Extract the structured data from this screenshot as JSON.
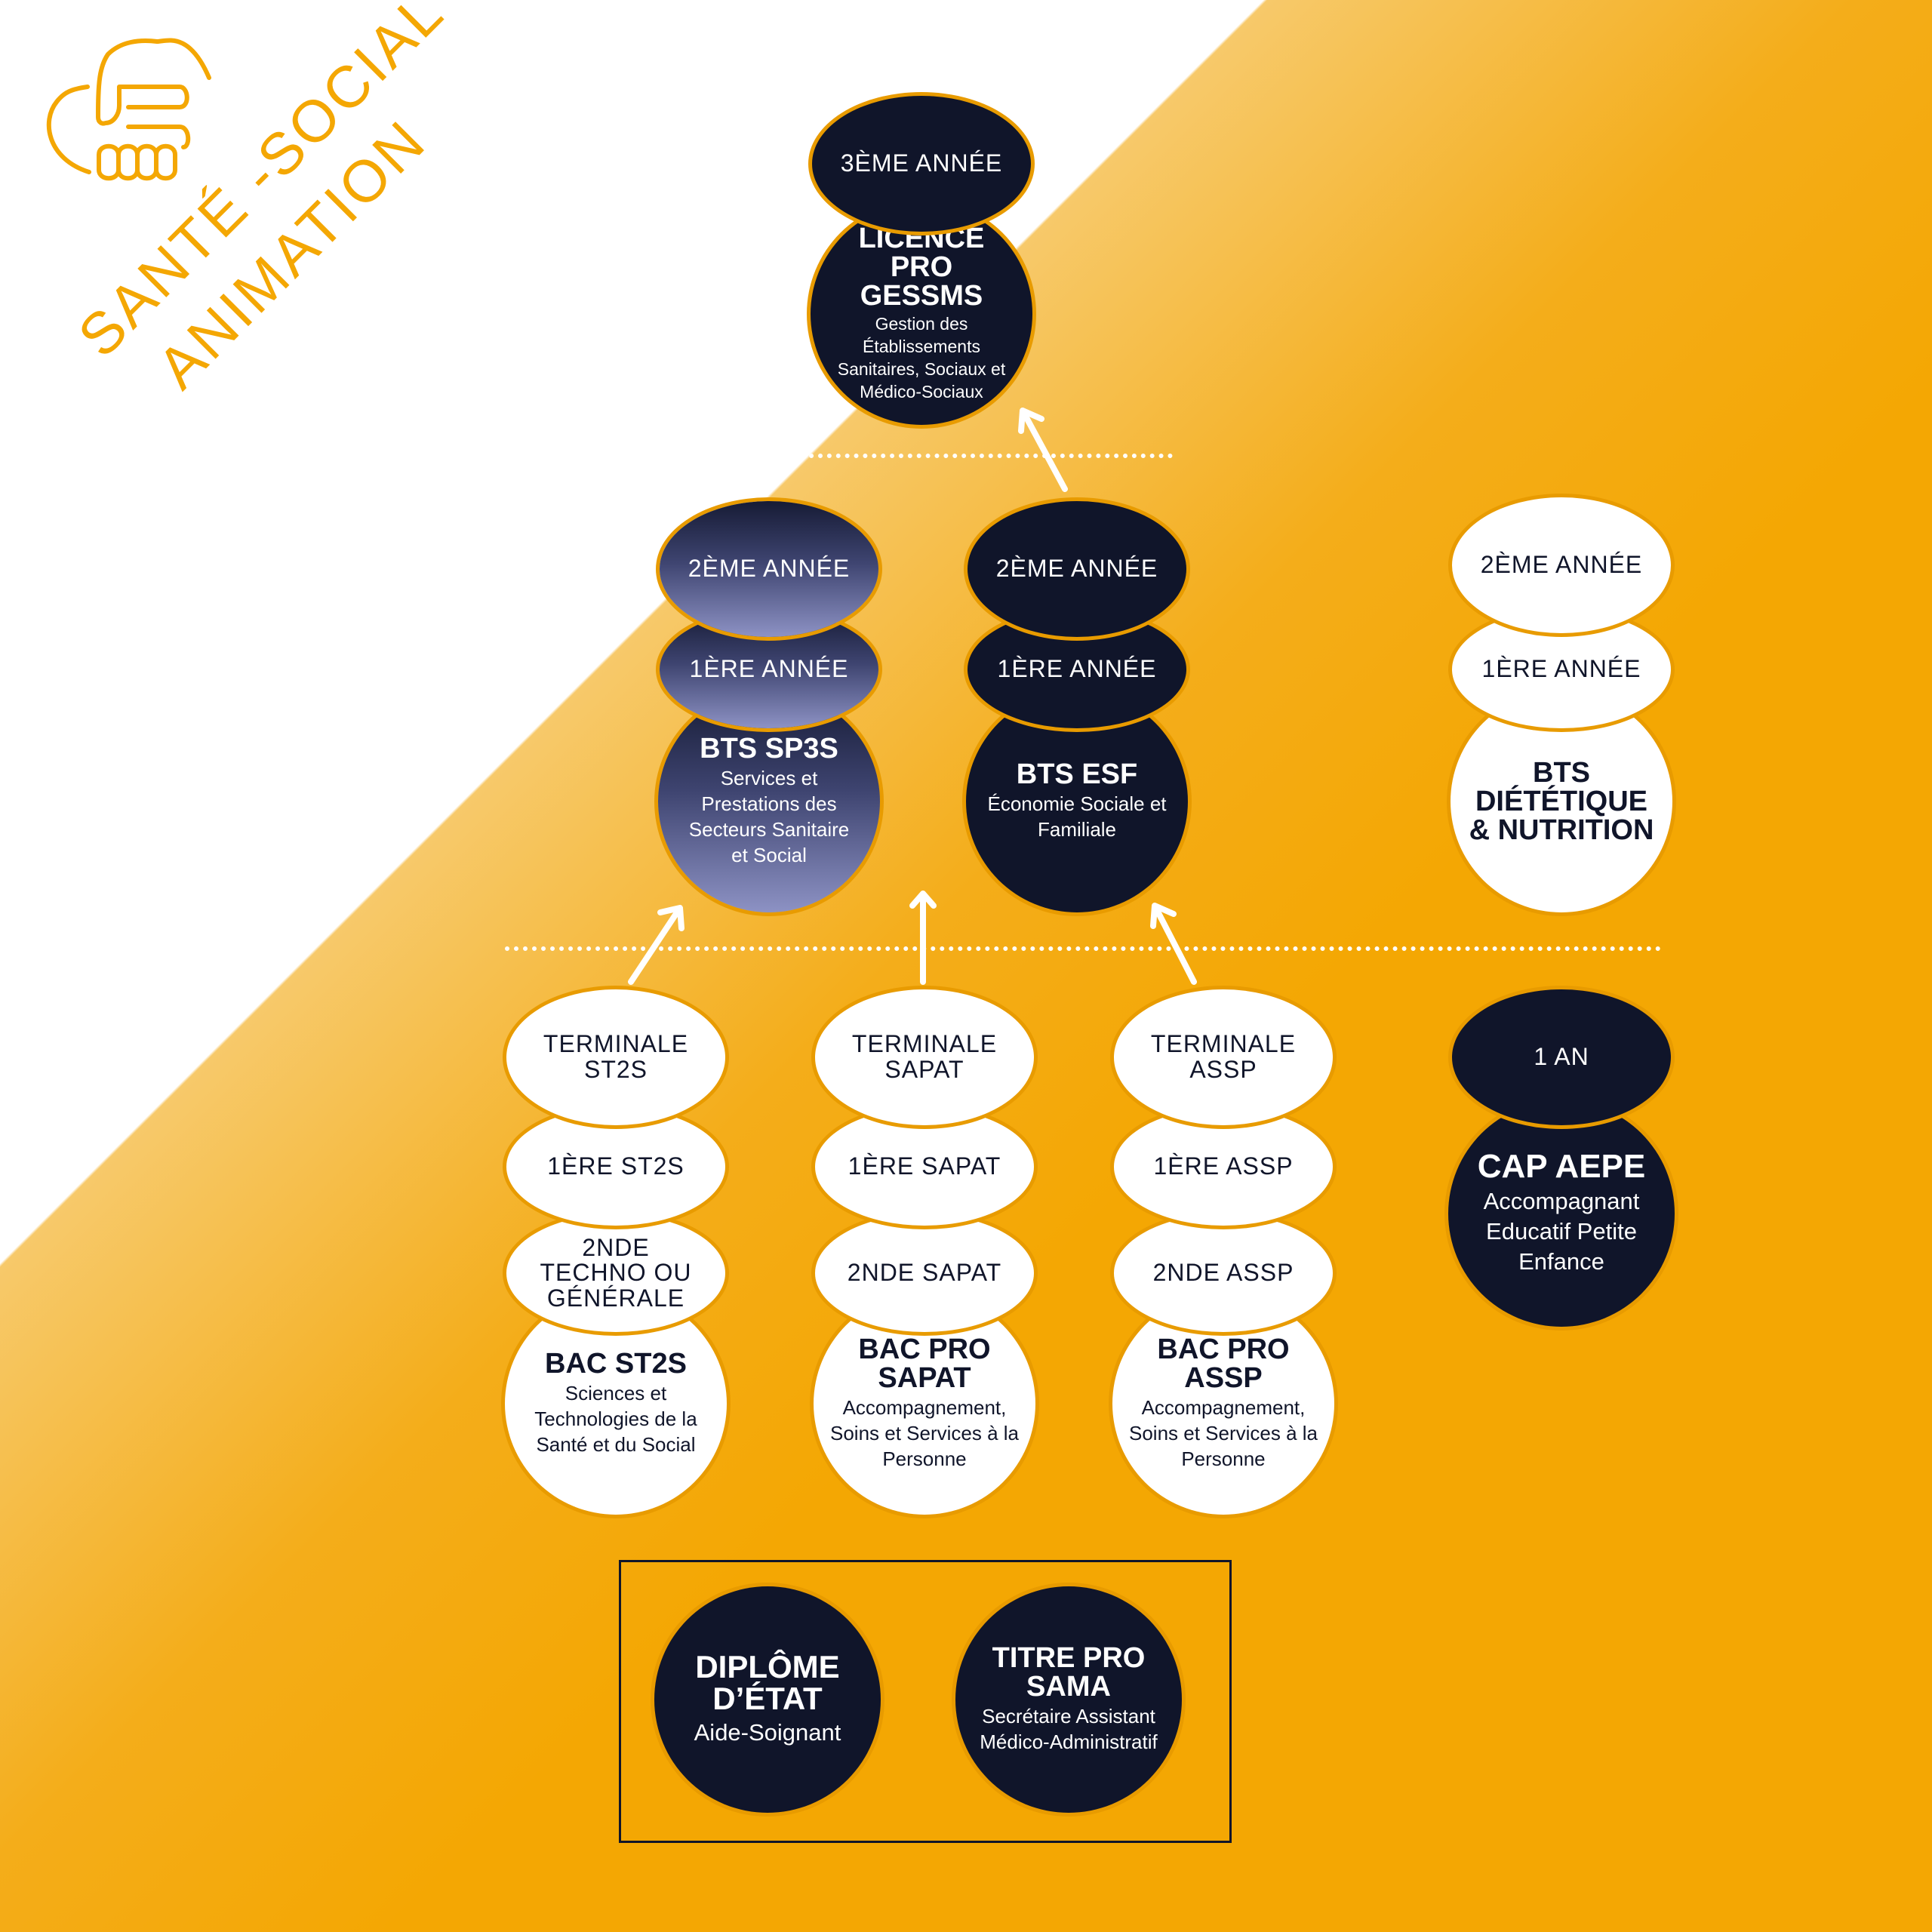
{
  "header": {
    "line1": "SANTÉ -SOCIAL",
    "line2": "ANIMATION",
    "logo_icon": "heart-hand-icon"
  },
  "colors": {
    "orange": "#F4A703",
    "navy": "#10152A",
    "white": "#FFFFFF"
  },
  "licence": {
    "year3": "3ÈME ANNÉE",
    "title": "LICENCE PRO GESSMS",
    "desc": "Gestion des Établissements Sanitaires, Sociaux et Médico-Sociaux"
  },
  "bts": [
    {
      "year2": "2ÈME ANNÉE",
      "year1": "1ÈRE ANNÉE",
      "title": "BTS SP3S",
      "desc": "Services et Prestations des Secteurs Sanitaire et Social"
    },
    {
      "year2": "2ÈME ANNÉE",
      "year1": "1ÈRE ANNÉE",
      "title": "BTS ESF",
      "desc": "Économie Sociale et Familiale"
    },
    {
      "year2": "2ÈME ANNÉE",
      "year1": "1ÈRE ANNÉE",
      "title": "BTS DIÉTÉTIQUE & NUTRITION",
      "desc": ""
    }
  ],
  "bac": [
    {
      "terminale": "TERMINALE ST2S",
      "premiere": "1ÈRE ST2S",
      "seconde": "2NDE TECHNO OU GÉNÉRALE",
      "title": "BAC ST2S",
      "desc": "Sciences et Technologies de la Santé et du Social"
    },
    {
      "terminale": "TERMINALE SAPAT",
      "premiere": "1ÈRE SAPAT",
      "seconde": "2NDE SAPAT",
      "title": "BAC PRO SAPAT",
      "desc": "Accompagnement, Soins et Services à la Personne"
    },
    {
      "terminale": "TERMINALE ASSP",
      "premiere": "1ÈRE ASSP",
      "seconde": "2NDE ASSP",
      "title": "BAC PRO ASSP",
      "desc": "Accompagnement, Soins et Services à la Personne"
    }
  ],
  "cap": {
    "year": "1 AN",
    "title": "CAP AEPE",
    "desc": "Accompagnant Educatif Petite Enfance"
  },
  "other": [
    {
      "title": "DIPLÔME D’ÉTAT",
      "desc": "Aide-Soignant"
    },
    {
      "title": "TITRE PRO SAMA",
      "desc": "Secrétaire Assistant Médico-Administratif"
    }
  ]
}
